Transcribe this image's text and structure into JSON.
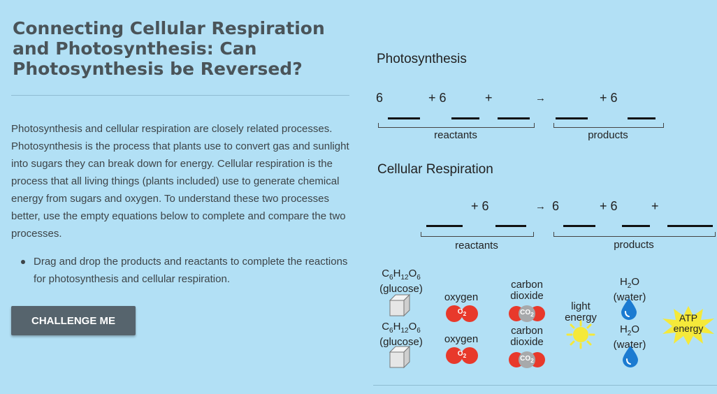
{
  "lesson": {
    "title": "Connecting Cellular Respiration and Photosynthesis: Can Photosynthesis be Reversed?",
    "intro": "Photosynthesis and cellular respiration are closely related processes. Photosynthesis is the process that plants use to convert gas and sunlight into sugars they can break down for energy. Cellular respiration is the process that all living things (plants included) use to generate chemical energy from sugars and oxygen. To understand these two processes better, use the empty equations below to complete and compare the two processes.",
    "bullets": [
      "Drag and drop the products and reactants to complete the reactions for photosynthesis and cellular respiration."
    ],
    "challenge_label": "CHALLENGE ME"
  },
  "photosynthesis": {
    "title": "Photosynthesis",
    "coef1": "6",
    "coef2": "+ 6",
    "plus": "+",
    "arrow": "→",
    "coef3": "+ 6",
    "reactants_label": "reactants",
    "products_label": "products"
  },
  "respiration": {
    "title": "Cellular Respiration",
    "coef1": "+ 6",
    "arrow": "→",
    "coef2": "6",
    "coef3": "+ 6",
    "plus": "+",
    "reactants_label": "reactants",
    "products_label": "products"
  },
  "items": {
    "glucose_formula": "C6H12O6",
    "glucose_name": "(glucose)",
    "oxygen": "oxygen",
    "o2_badge": "O2",
    "co2_line1": "carbon",
    "co2_line2": "dioxide",
    "co2_badge": "CO2",
    "light_line1": "light",
    "light_line2": "energy",
    "water_formula": "H2O",
    "water_name": "(water)",
    "atp_line1": "ATP",
    "atp_line2": "energy"
  },
  "colors": {
    "background": "#b2e0f5",
    "button": "#56646d",
    "oxygen_red": "#e8392b",
    "co2_gray": "#a7a9ab",
    "water_blue": "#1b7bd1",
    "sun_yellow": "#f5e93a"
  }
}
